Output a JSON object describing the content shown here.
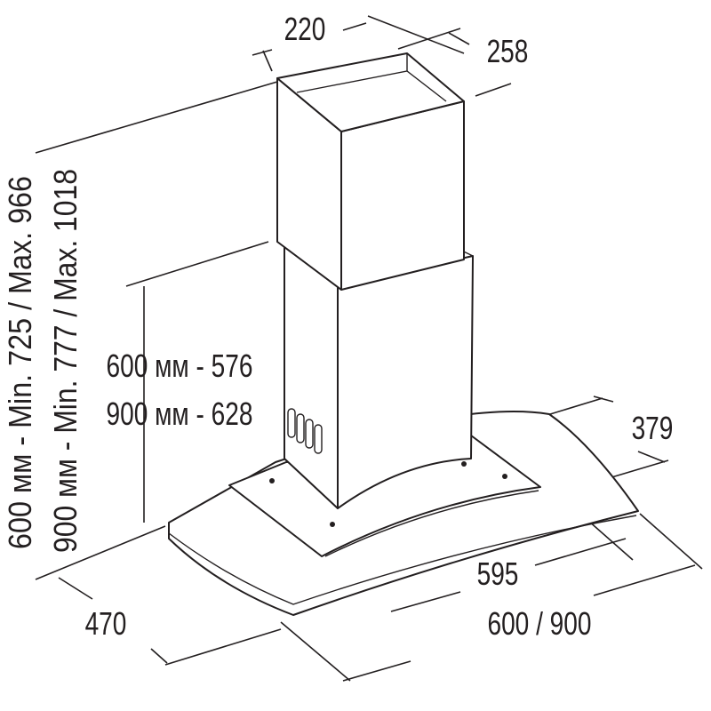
{
  "dimensions": {
    "chimney_width": "220",
    "chimney_depth": "258",
    "canopy_depth": "379",
    "height_600_max": "600 мм - Min. 725 / Max. 966",
    "height_900_max": "900 мм - Min. 777 / Max. 1018",
    "height_600_body": "600 мм - 576",
    "height_900_body": "900 мм - 628",
    "canopy_back_width": "595",
    "canopy_front_width": "600 / 900",
    "canopy_side": "470"
  },
  "colors": {
    "ink": "#231f20",
    "background": "#ffffff"
  }
}
